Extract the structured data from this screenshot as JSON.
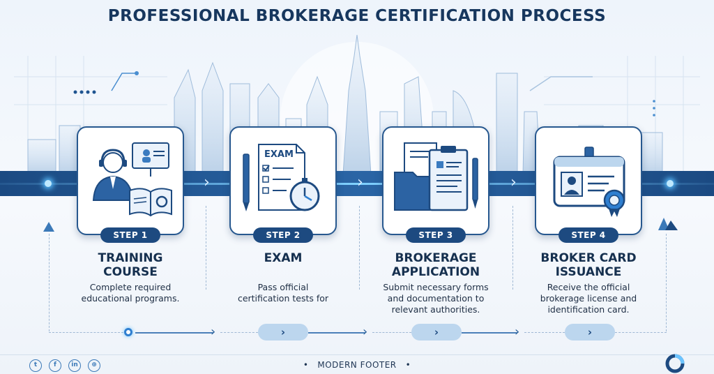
{
  "title": "PROFESSIONAL BROKERAGE CERTIFICATION PROCESS",
  "steps": [
    {
      "label": "STEP 1",
      "title": "TRAINING\nCOURSE",
      "desc": "Complete required\neducational programs.",
      "icon": "training-instructor-icon"
    },
    {
      "label": "STEP 2",
      "title": "EXAM",
      "desc": "Pass official\ncertification tests for",
      "icon": "exam-stopwatch-icon"
    },
    {
      "label": "STEP 3",
      "title": "BROKERAGE\nAPPLICATION",
      "desc": "Submit necessary forms\nand documentation to\nrelevant authorities.",
      "icon": "application-documents-icon"
    },
    {
      "label": "STEP 4",
      "title": "BROKER CARD\nISSUANCE",
      "desc": "Receive the official\nbrokerage license and\nidentification card.",
      "icon": "id-card-badge-icon"
    }
  ],
  "footer": {
    "text": "MODERN FOOTER"
  },
  "social": [
    {
      "name": "twitter-icon",
      "glyph": "t"
    },
    {
      "name": "facebook-icon",
      "glyph": "f"
    },
    {
      "name": "linkedin-icon",
      "glyph": "in"
    },
    {
      "name": "globe-icon",
      "glyph": "⊕"
    }
  ],
  "colors": {
    "navy": "#17375e",
    "band": "#1f5490",
    "accent": "#2f7fd0",
    "pill": "#bcd6ee"
  }
}
